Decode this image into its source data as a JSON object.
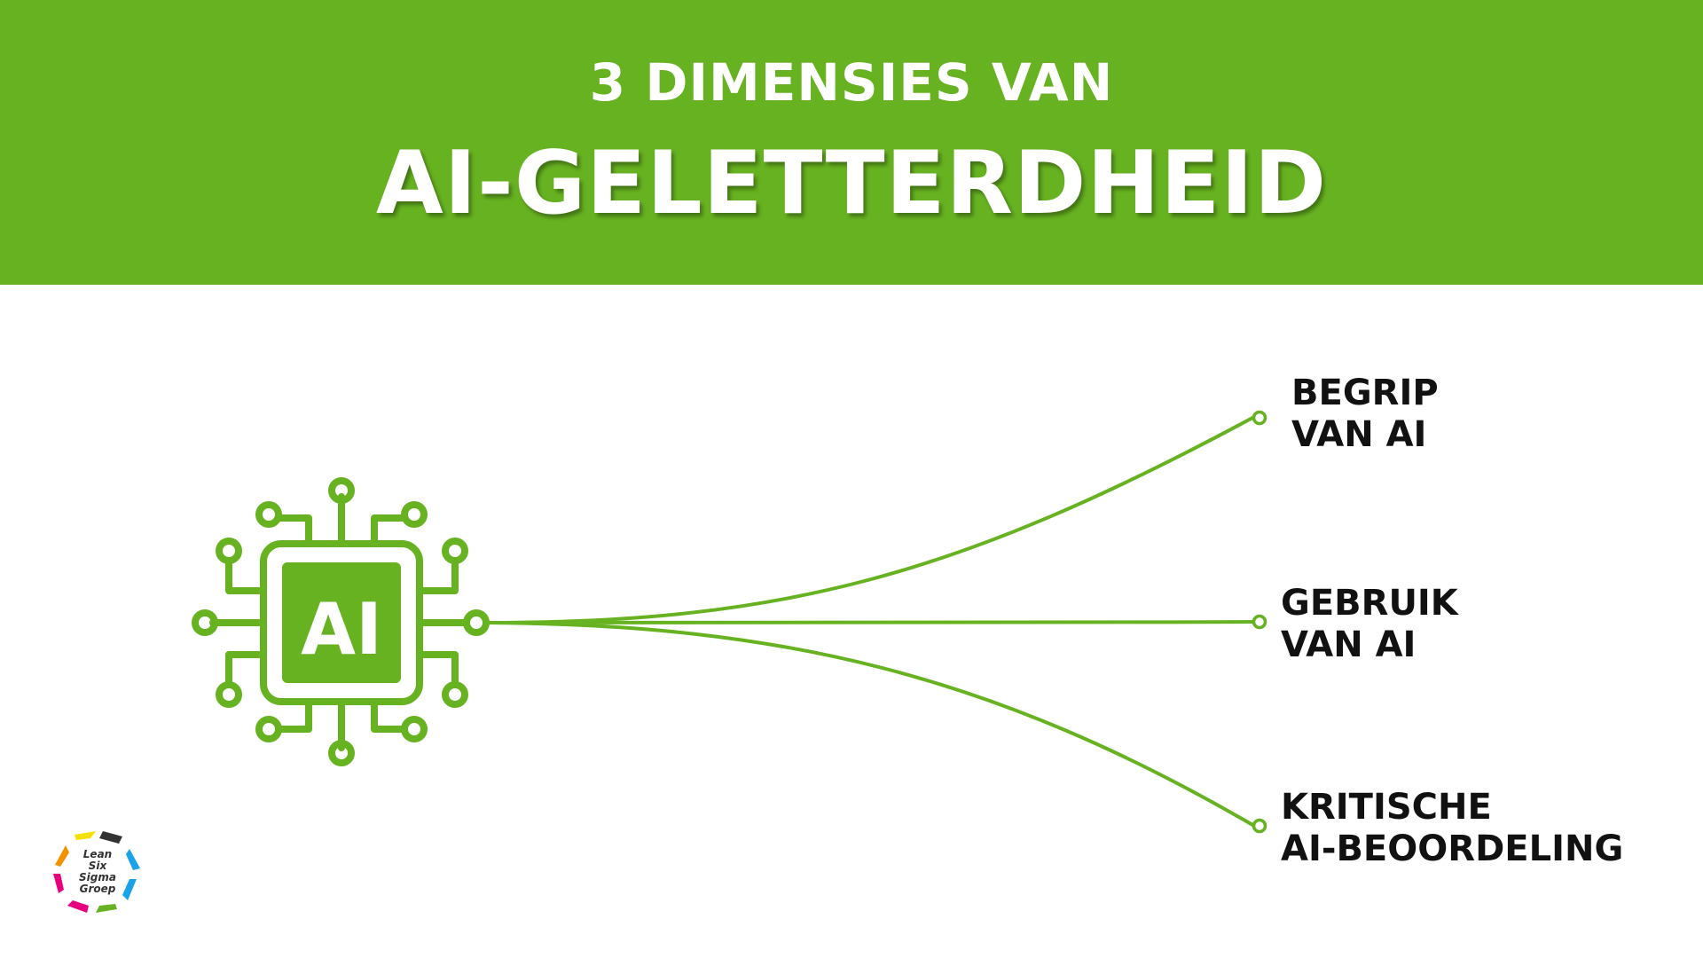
{
  "header": {
    "title_line1": "3 DIMENSIES VAN",
    "title_line2": "AI-GELETTERDHEID"
  },
  "chip": {
    "label": "AI"
  },
  "branches": [
    {
      "line1": "BEGRIP",
      "line2": "VAN AI"
    },
    {
      "line1": "GEBRUIK",
      "line2": "VAN AI"
    },
    {
      "line1": "KRITISCHE",
      "line2": "AI-BEOORDELING"
    }
  ],
  "logo": {
    "lines": [
      "Lean",
      "Six",
      "Sigma",
      "Groep"
    ]
  },
  "colors": {
    "accent": "#66b220",
    "text": "#111111",
    "header_text": "#ffffff"
  },
  "icons": {
    "chip": "ai-chip-icon",
    "branch_end": "circle-node-icon"
  }
}
